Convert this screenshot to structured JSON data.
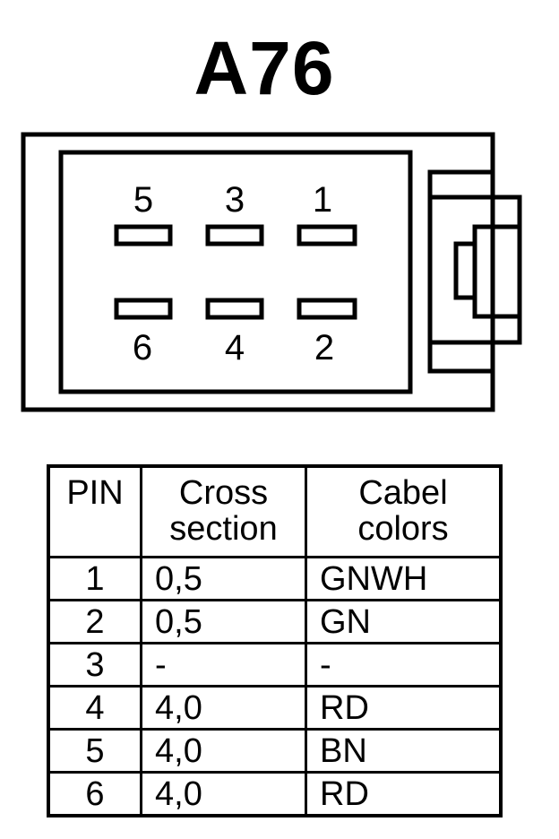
{
  "title": "A76",
  "connector": {
    "pins_top": [
      "5",
      "3",
      "1"
    ],
    "pins_bottom": [
      "6",
      "4",
      "2"
    ]
  },
  "table": {
    "headers": {
      "pin": "PIN",
      "cross_line1": "Cross",
      "cross_line2": "section",
      "color_line1": "Cabel",
      "color_line2": "colors"
    },
    "rows": [
      {
        "pin": "1",
        "cross": "0,5",
        "color": "GNWH"
      },
      {
        "pin": "2",
        "cross": "0,5",
        "color": "GN"
      },
      {
        "pin": "3",
        "cross": "-",
        "color": "-"
      },
      {
        "pin": "4",
        "cross": "4,0",
        "color": "RD"
      },
      {
        "pin": "5",
        "cross": "4,0",
        "color": "BN"
      },
      {
        "pin": "6",
        "cross": "4,0",
        "color": "RD"
      }
    ]
  }
}
